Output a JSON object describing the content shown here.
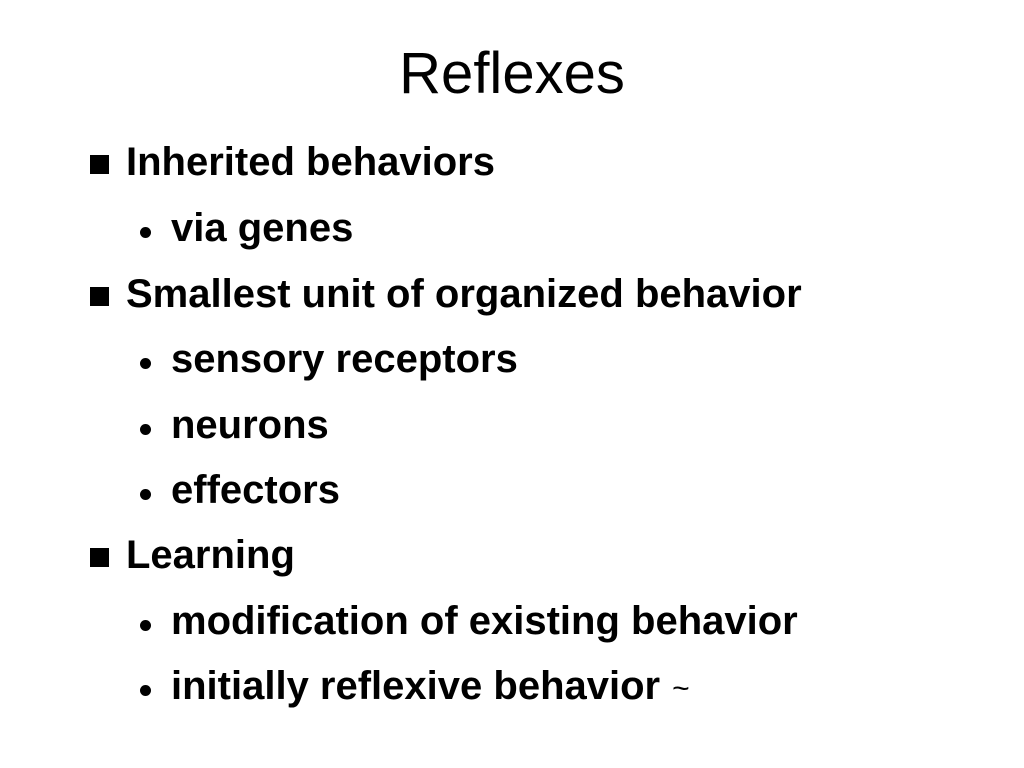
{
  "slide": {
    "title": "Reflexes",
    "bullets": [
      {
        "text": "Inherited behaviors",
        "subitems": [
          "via genes"
        ]
      },
      {
        "text": "Smallest unit of organized behavior",
        "subitems": [
          "sensory receptors",
          "neurons",
          "effectors"
        ]
      },
      {
        "text": "Learning",
        "subitems": [
          "modification of existing behavior",
          "initially reflexive behavior"
        ]
      }
    ],
    "trailing_mark": "~"
  }
}
